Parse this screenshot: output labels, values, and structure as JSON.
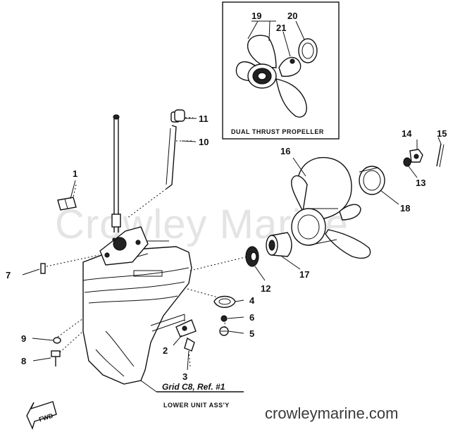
{
  "watermark": "Crowley Marine",
  "site_url": "crowleymarine.com",
  "inset": {
    "title": "DUAL THRUST PROPELLER"
  },
  "callouts": {
    "c1": "1",
    "c2": "2",
    "c3": "3",
    "c4": "4",
    "c5": "5",
    "c6": "6",
    "c7": "7",
    "c8": "8",
    "c9": "9",
    "c10": "10",
    "c11": "11",
    "c12": "12",
    "c13": "13",
    "c14": "14",
    "c15": "15",
    "c16": "16",
    "c17": "17",
    "c18": "18",
    "c19": "19",
    "c20": "20",
    "c21": "21"
  },
  "reference": {
    "grid": "Grid C8, Ref. #1",
    "assembly": "LOWER UNIT ASS'Y"
  },
  "direction": {
    "label": "FWD"
  }
}
